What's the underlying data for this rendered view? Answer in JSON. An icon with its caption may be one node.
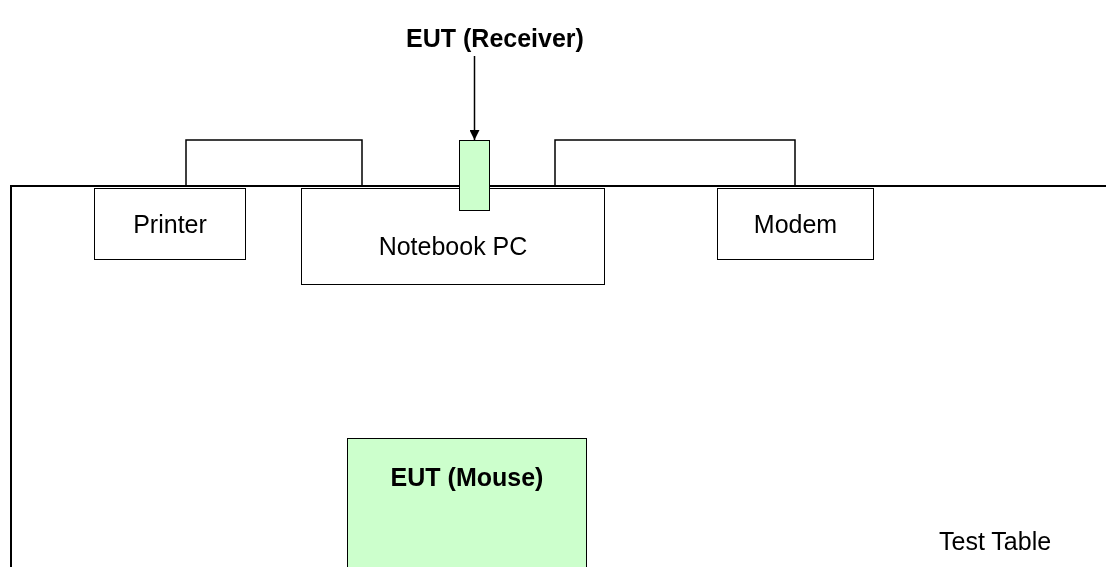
{
  "diagram": {
    "nodes": [
      {
        "text": [
          "Test Table"
        ]
      },
      {
        "text": [
          "EUT (Receiver)"
        ]
      },
      {
        "text": [],
        "shape": "box"
      },
      {
        "text": [
          "Printer"
        ],
        "in": 0
      },
      {
        "text": [
          "Notebook PC"
        ],
        "in": 0
      },
      {
        "text": [
          "Modem"
        ],
        "in": 0
      },
      {
        "text": [
          "EUT (Mouse)"
        ],
        "in": 0
      }
    ],
    "edges": [
      {
        "from": 1,
        "to": 2,
        "arrow": "to"
      },
      {
        "from": 3,
        "to": 4,
        "arrow": "none"
      },
      {
        "from": 4,
        "to": 5,
        "arrow": "none"
      }
    ]
  }
}
